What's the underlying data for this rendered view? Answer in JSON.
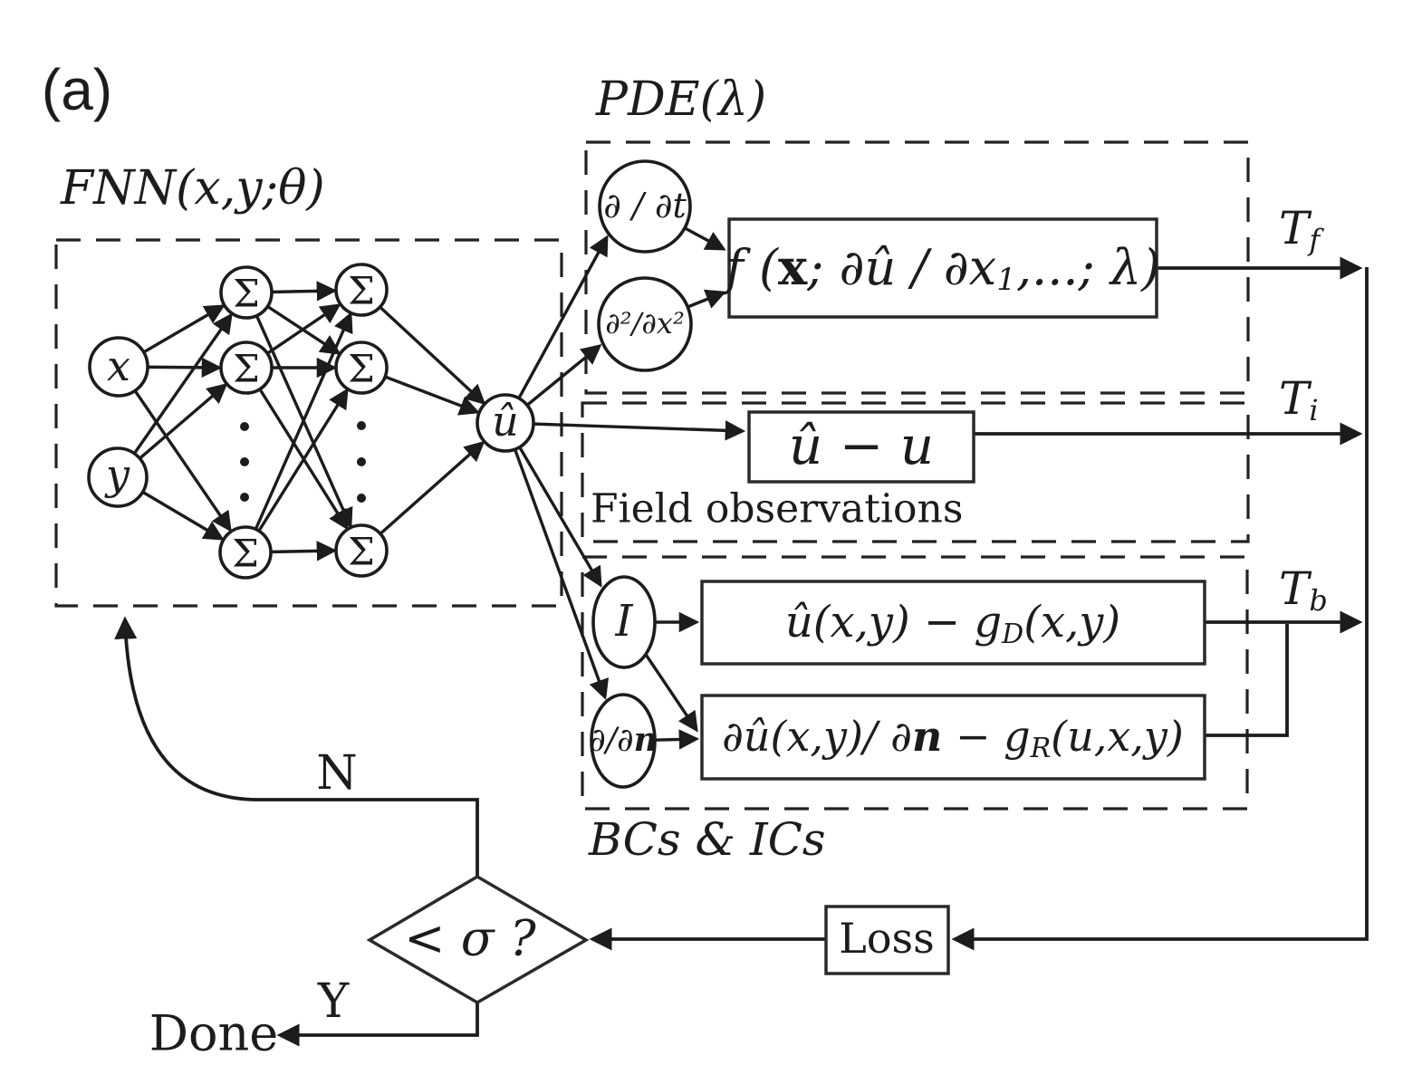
{
  "figure_label": "(a)",
  "colors": {
    "ink": "#1c1c1c",
    "background": "#ffffff"
  },
  "fnn": {
    "title": "FNN(x,y;θ)",
    "inputs": [
      "x",
      "y"
    ],
    "hidden_symbol": "Σ",
    "output_symbol": "û"
  },
  "pde": {
    "title": "PDE(λ)",
    "op_time": "∂ / ∂t",
    "op_space": "∂²/∂x²",
    "residual": {
      "p1": "f (",
      "x_bold": "x",
      "p2": "; ∂û / ∂x",
      "sub": "1",
      "p3": ",...; λ)"
    }
  },
  "observations": {
    "caption": "Field observations",
    "residual": "û − u"
  },
  "boundary": {
    "caption": "BCs & ICs",
    "op_identity": "I",
    "op_normal": {
      "p1": "∂/∂",
      "n_bold": "n"
    },
    "dirichlet": {
      "p1": "û(x,y) − g",
      "sub": "D",
      "p2": "(x,y)"
    },
    "robin": {
      "p1": "∂û(x,y)/ ∂",
      "n_bold": "n",
      "p2": " − g",
      "sub": "R",
      "p3": "(u,x,y)"
    }
  },
  "outputs": {
    "tf": {
      "main": "T",
      "sub": "f"
    },
    "ti": {
      "main": "T",
      "sub": "i"
    },
    "tb": {
      "main": "T",
      "sub": "b"
    }
  },
  "loop": {
    "loss": "Loss",
    "decision": "< σ ?",
    "no": "N",
    "yes": "Y",
    "done": "Done"
  }
}
